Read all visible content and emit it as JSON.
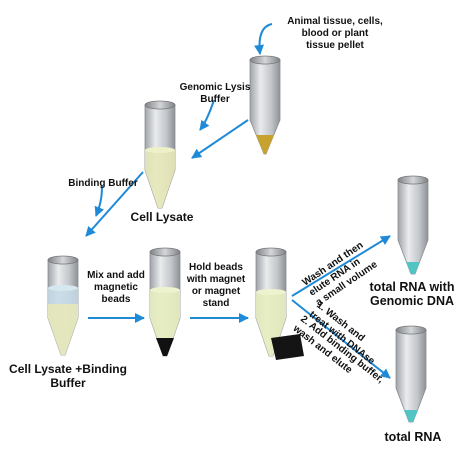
{
  "labels": {
    "source": [
      "Animal tissue, cells,",
      "blood or plant",
      "tissue pellet"
    ],
    "genomic_lysis": [
      "Genomic Lysis",
      "Buffer"
    ],
    "binding_buffer": "Binding Buffer",
    "cell_lysate": "Cell Lysate",
    "lysate_binding": [
      "Cell Lysate +Binding",
      "Buffer"
    ],
    "mix_beads": [
      "Mix and add",
      "magnetic",
      "beads"
    ],
    "hold_beads": [
      "Hold beads",
      "with magnet",
      "or magnet",
      "stand"
    ],
    "wash_elute": [
      "Wash and then",
      "elute RNA in",
      "a small volume"
    ],
    "step_1": [
      "1. Wash and",
      "treat with DNAse"
    ],
    "step_2": [
      "2. Add binding buffer,",
      "wash and elute"
    ],
    "total_rna_dna": [
      "total RNA with",
      "Genomic DNA"
    ],
    "total_rna": "total RNA"
  },
  "colors": {
    "arrow": "#1f8ad8",
    "tube_body": "#c9ccd0",
    "pellet": "#c8a22e",
    "lysate": "#e7e8b8",
    "mix": "#e6eec0",
    "binding_layer": "#c6dbe6",
    "beads": "#111111",
    "magnet": "#141414",
    "rna_tip": "#52c4c4"
  }
}
